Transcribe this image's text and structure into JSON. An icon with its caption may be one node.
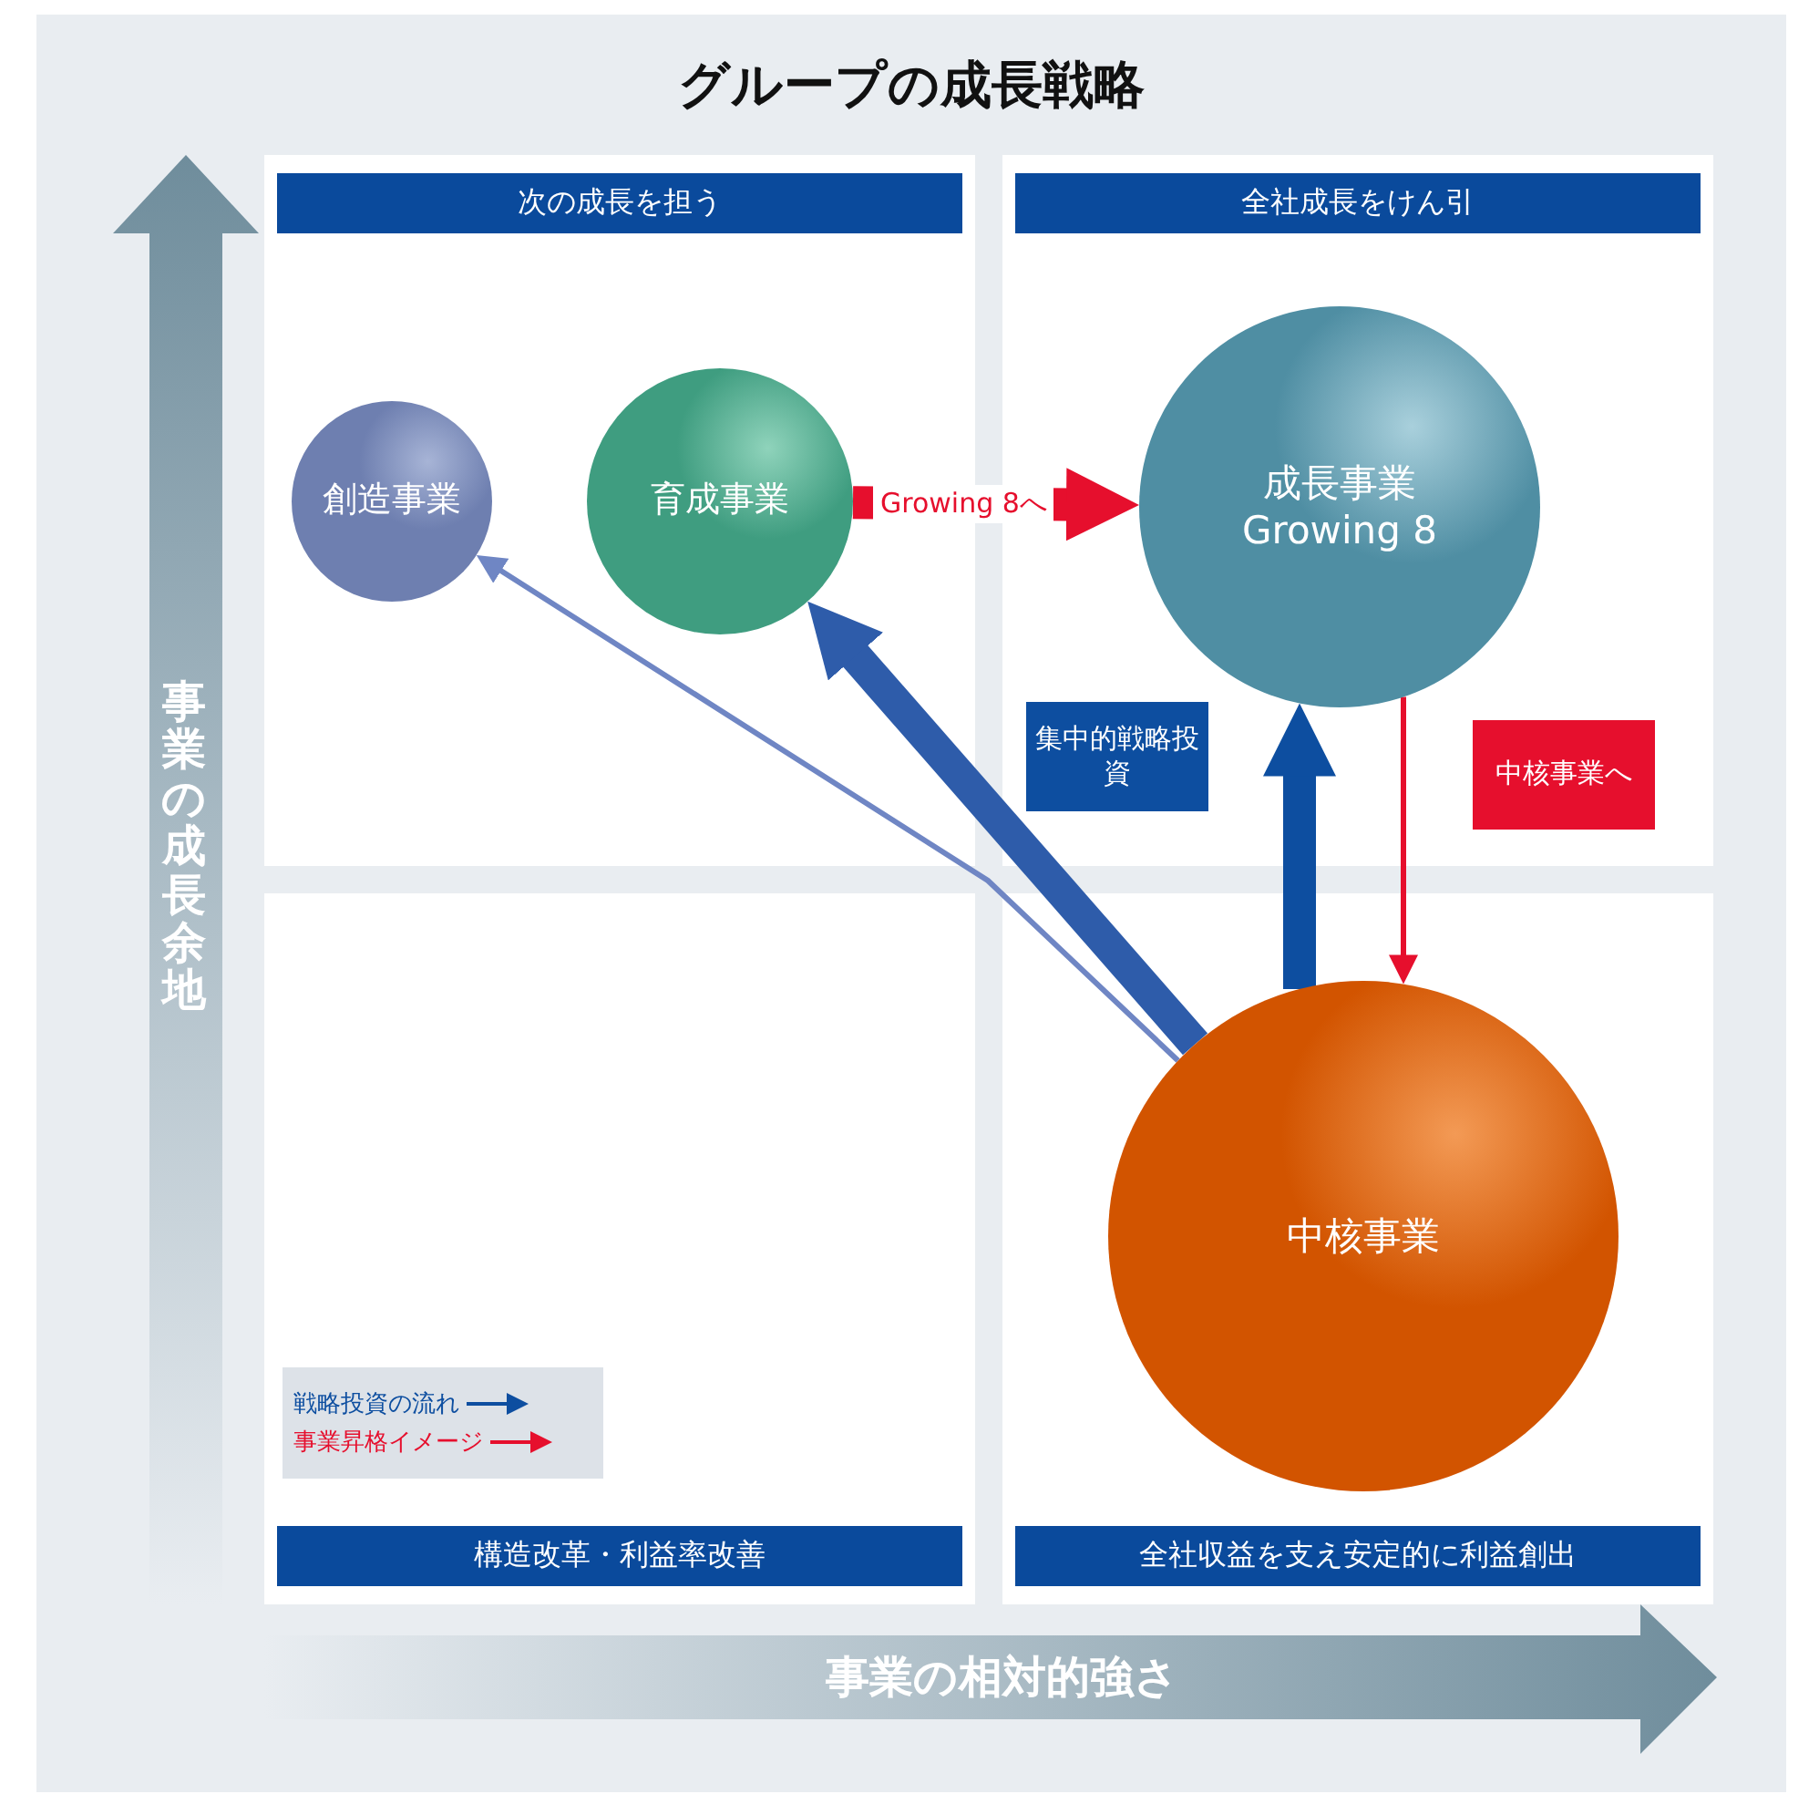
{
  "diagram": {
    "title": "グループの成長戦略",
    "nodes": [
      {
        "text": [
          "次の成長を担う"
        ]
      },
      {
        "text": [
          "創造事業"
        ],
        "in": 0
      },
      {
        "text": [
          "育成事業"
        ],
        "in": 0
      },
      {
        "text": [
          "全社成長をけん引"
        ]
      },
      {
        "text": [
          "成長事業 Growing 8"
        ],
        "in": 3
      },
      {
        "text": [
          "構造改革・利益率改善"
        ]
      },
      {
        "text": [
          "全社収益を支え安定的に利益創出"
        ]
      },
      {
        "text": [
          "中核事業"
        ],
        "in": 6
      },
      {
        "text": [
          "集中的戦略投資"
        ],
        "in": 3
      },
      {
        "text": [
          "中核事業へ"
        ],
        "in": 3
      }
    ],
    "edges": [
      {
        "from": 2,
        "to": 4,
        "arrow": "to",
        "label": "Growing 8へ",
        "color": "#e60f2d"
      },
      {
        "from": 7,
        "to": 4,
        "arrow": "to",
        "color": "#0d4ea0"
      },
      {
        "from": 4,
        "to": 7,
        "arrow": "to",
        "color": "#e60f2d"
      },
      {
        "from": 7,
        "to": 1,
        "arrow": "to",
        "color": "#6f86c4"
      },
      {
        "from": 7,
        "to": 2,
        "arrow": "to",
        "color": "#2e5caa"
      }
    ],
    "labels": [
      "事業の成長余地",
      "事業の相対的強さ"
    ],
    "legend": [
      {
        "text": "戦略投資の流れ"
      },
      {
        "text": "事業昇格イメージ"
      }
    ]
  }
}
